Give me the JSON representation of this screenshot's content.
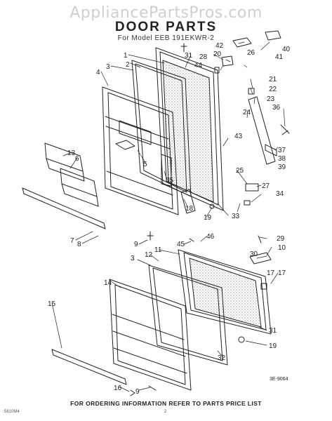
{
  "watermark": "AppliancePartsPros.com",
  "title": "DOOR PARTS",
  "model_line": "For Model EEB 191EKWR-2",
  "footer": "FOR ORDERING INFORMATION REFER TO PARTS PRICE LIST",
  "figure_id": "3E-9064",
  "corner_code": "5610M4",
  "page_number": "2",
  "callouts": [
    "1",
    "2",
    "3",
    "4",
    "5",
    "6",
    "7",
    "8",
    "9",
    "10",
    "11",
    "12",
    "13",
    "14",
    "15",
    "16",
    "17",
    "18",
    "19",
    "20",
    "21",
    "22",
    "23",
    "24",
    "25",
    "26",
    "27",
    "28",
    "29",
    "30",
    "31",
    "32",
    "33",
    "34",
    "35",
    "36",
    "37",
    "38",
    "39",
    "40",
    "41",
    "42",
    "43",
    "44",
    "45",
    "46"
  ]
}
